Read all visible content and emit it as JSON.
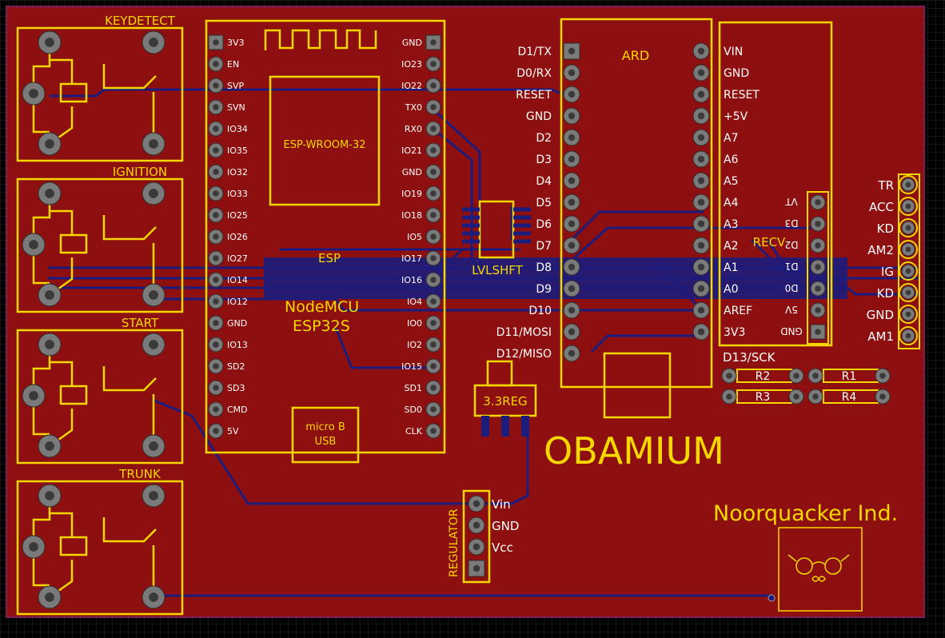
{
  "colors": {
    "background": "#000000",
    "board": "#8e0f0f",
    "silk": "#f5d800",
    "pad": "#7a7a7a",
    "trace": "#1c1c7c",
    "outline": "#7a1f5a"
  },
  "relays": [
    {
      "label": "KEYDETECT"
    },
    {
      "label": "IGNITION"
    },
    {
      "label": "START"
    },
    {
      "label": "TRUNK"
    }
  ],
  "esp": {
    "module_label": "ESP-WROOM-32",
    "board_label": "ESP",
    "title_line1": "NodeMCU",
    "title_line2": "ESP32S",
    "usb_line1": "micro B",
    "usb_line2": "USB",
    "left_pins": [
      "3V3",
      "EN",
      "SVP",
      "SVN",
      "IO34",
      "IO35",
      "IO32",
      "IO33",
      "IO25",
      "IO26",
      "IO27",
      "IO14",
      "IO12",
      "GND",
      "IO13",
      "SD2",
      "SD3",
      "CMD",
      "5V"
    ],
    "right_pins": [
      "GND",
      "IO23",
      "IO22",
      "TX0",
      "RX0",
      "IO21",
      "GND",
      "IO19",
      "IO18",
      "IO5",
      "IO17",
      "IO16",
      "IO4",
      "IO0",
      "IO2",
      "IO15",
      "SD1",
      "SD0",
      "CLK"
    ]
  },
  "lvlshft": {
    "label": "LVLSHFT"
  },
  "reg33": {
    "label": "3.3REG"
  },
  "ard": {
    "label": "ARD",
    "left_pins": [
      "D1/TX",
      "D0/RX",
      "RESET",
      "GND",
      "D2",
      "D3",
      "D4",
      "D5",
      "D6",
      "D7",
      "D8",
      "D9",
      "D10",
      "D11/MOSI",
      "D12/MISO"
    ],
    "right_pins": [
      "VIN",
      "GND",
      "RESET",
      "+5V",
      "A7",
      "A6",
      "A5",
      "A4",
      "A3",
      "A2",
      "A1",
      "A0",
      "AREF",
      "3V3"
    ],
    "bottom_label": "D13/SCK"
  },
  "recv": {
    "label": "RECV",
    "pins": [
      "VT",
      "D3",
      "D2",
      "D1",
      "D0",
      "5V",
      "GND"
    ]
  },
  "resistors": [
    "R2",
    "R1",
    "R3",
    "R4"
  ],
  "header": {
    "pins": [
      "TR",
      "ACC",
      "KD",
      "AM2",
      "IG",
      "KD",
      "GND",
      "AM1"
    ]
  },
  "regulator": {
    "label": "REGULATOR",
    "pins": [
      "Vin",
      "GND",
      "Vcc"
    ]
  },
  "brand": {
    "title": "OBAMIUM",
    "maker": "Noorquacker Ind."
  }
}
